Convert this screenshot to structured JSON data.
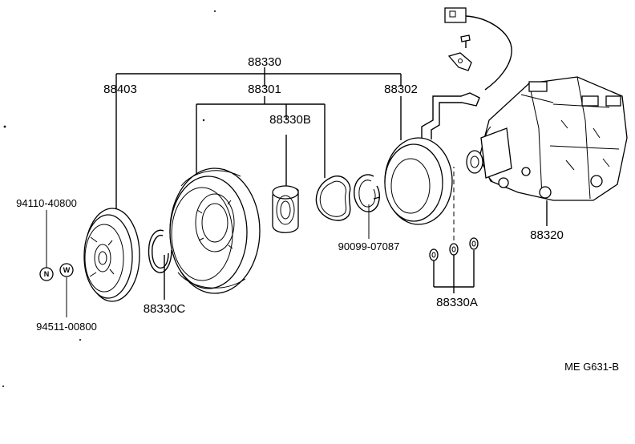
{
  "labels": {
    "assembly": "88330",
    "clutch_hub": "88403",
    "pulley_assy": "88301",
    "bearing": "88330B",
    "stator": "88302",
    "nut_part": "94110-40800",
    "washer_part": "94511-00800",
    "snap_ring_hub": "88330C",
    "snap_ring_stator": "90099-07087",
    "shims": "88330A",
    "compressor": "88320",
    "diagram_id": "ME  G631-B"
  },
  "badges": {
    "nut": "N",
    "washer": "W"
  }
}
